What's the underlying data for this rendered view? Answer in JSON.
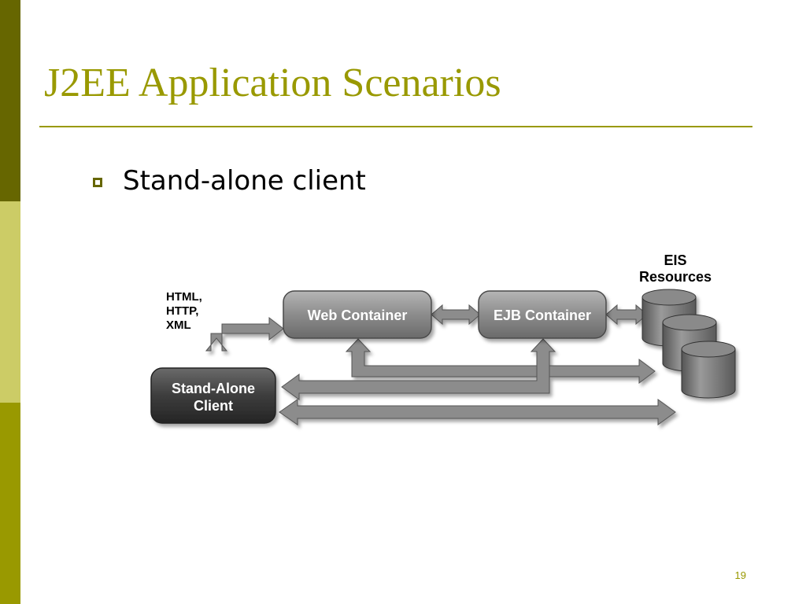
{
  "slide": {
    "title": "J2EE Application Scenarios",
    "bullet": "Stand-alone client",
    "page_number": "19"
  },
  "diagram": {
    "protocol_labels": [
      "HTML,",
      "HTTP,",
      "XML"
    ],
    "web_container": "Web Container",
    "ejb_container": "EJB Container",
    "eis_labels": [
      "EIS",
      "Resources"
    ],
    "client_labels": [
      "Stand-Alone",
      "Client"
    ]
  },
  "colors": {
    "title": "#999900",
    "bar_dark": "#666600",
    "bar_light": "#cccc66",
    "bar_mid": "#999900",
    "box": "#8a8a8a",
    "client_box": "#3c3c3c",
    "arrow": "#8c8c8c"
  }
}
